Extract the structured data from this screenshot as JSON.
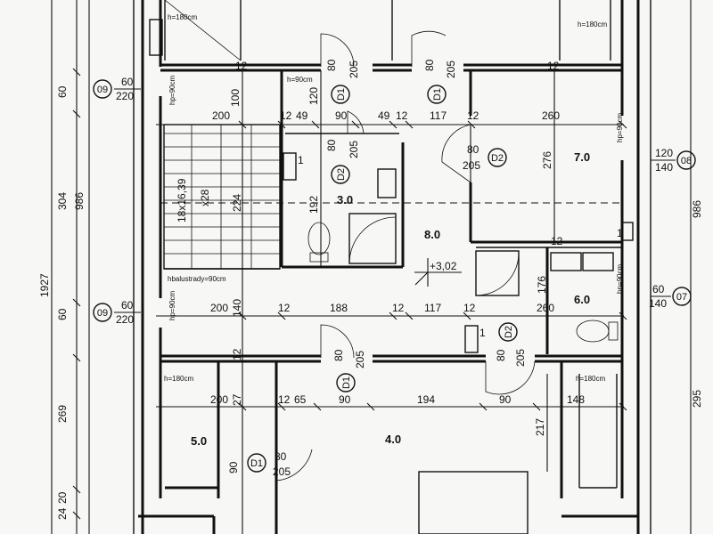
{
  "rooms": {
    "r3": "3.0",
    "r4": "4.0",
    "r5": "5.0",
    "r6": "6.0",
    "r7": "7.0",
    "r8": "8.0"
  },
  "level_mark": "+3,02",
  "door_badges": {
    "d1": "D1",
    "d2": "D2"
  },
  "door_dims": {
    "w80": "80",
    "h205": "205"
  },
  "window_badges": {
    "w09": "09",
    "w08": "08",
    "w07": "07"
  },
  "window_dims": {
    "w09_width": "60",
    "w09_height": "220",
    "w08_width": "120",
    "w08_height": "140",
    "w07_width": "60",
    "w07_height": "140"
  },
  "dims": {
    "d60": "60",
    "d304": "304",
    "d986": "986",
    "d1927": "1927",
    "d269": "269",
    "d20": "20",
    "d24": "24",
    "d295": "295",
    "d100": "100",
    "d200": "200",
    "d12": "12",
    "d49": "49",
    "d90": "90",
    "d120": "120",
    "d117": "117",
    "d260": "260",
    "d276": "276",
    "d192": "192",
    "d224": "224",
    "d1": "1",
    "d176": "176",
    "d140": "140",
    "d188": "188",
    "d27": "27",
    "d65": "65",
    "d194": "194",
    "d148": "148",
    "d217": "217"
  },
  "labels": {
    "stairs": "18x16,39",
    "stairs_x": "x28",
    "h180": "h=180cm",
    "hp90": "hp=90cm",
    "h90": "h=90cm",
    "railing": "hbalustrady=90cm"
  }
}
